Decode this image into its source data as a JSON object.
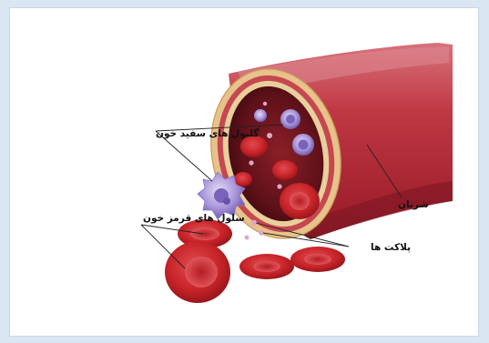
{
  "labels": {
    "white_blood_cells": "گلبول های سفید خون",
    "red_blood_cells": "سلول های قرمز خون",
    "artery": "شریان",
    "platelets": "پلاکت ها"
  },
  "colors": {
    "background": "#dbe6f3",
    "frame": "#ffffff",
    "artery_wall": "#b8323f",
    "artery_highlight": "#d46b74",
    "artery_inner": "#5a0f17",
    "wall_layer": "#e9c58a",
    "red_cell": "#c9262c",
    "red_cell_dark": "#8f1218",
    "white_cell": "#9a88d0",
    "platelet": "#e2a5c8",
    "leader_line": "#222222"
  }
}
